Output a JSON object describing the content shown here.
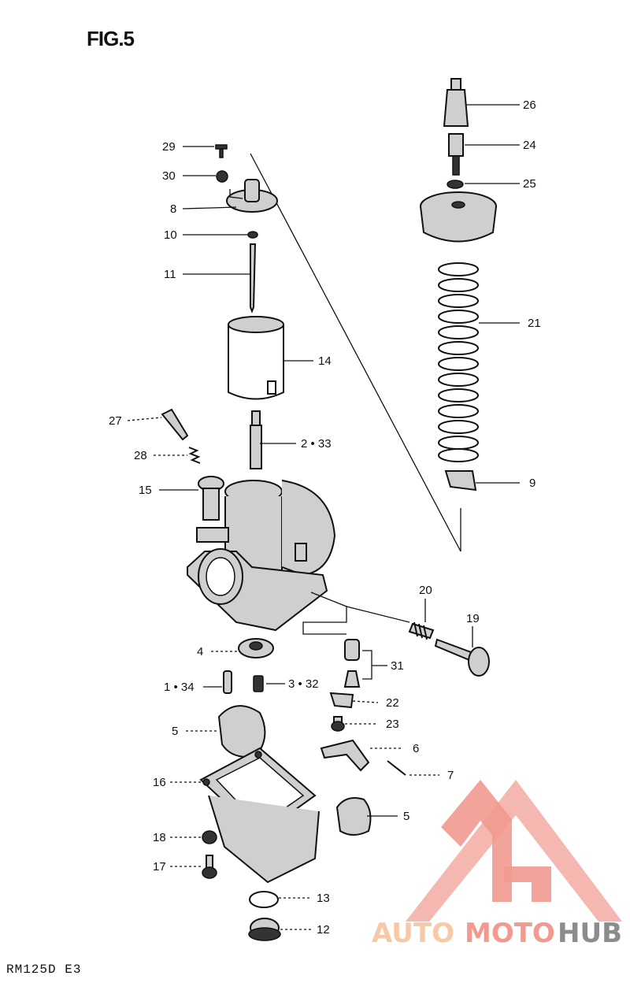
{
  "figure": {
    "title": "FIG.5",
    "model_code": "RM125D  E3"
  },
  "watermark": {
    "word1": "AUTO",
    "word2": "MOTO",
    "word3": "HUB",
    "colors": {
      "auto": "#f7c9a6",
      "moto": "#f29a8f",
      "hub": "#8c8c8c",
      "logo": "#f2a39b"
    }
  },
  "parts": [
    {
      "id": "p29",
      "label": "29"
    },
    {
      "id": "p30",
      "label": "30"
    },
    {
      "id": "p8",
      "label": "8"
    },
    {
      "id": "p10",
      "label": "10"
    },
    {
      "id": "p11",
      "label": "11"
    },
    {
      "id": "p14",
      "label": "14"
    },
    {
      "id": "p27",
      "label": "27"
    },
    {
      "id": "p2",
      "label": "2 • 33"
    },
    {
      "id": "p28",
      "label": "28"
    },
    {
      "id": "p15",
      "label": "15"
    },
    {
      "id": "p26",
      "label": "26"
    },
    {
      "id": "p24",
      "label": "24"
    },
    {
      "id": "p25",
      "label": "25"
    },
    {
      "id": "p21",
      "label": "21"
    },
    {
      "id": "p9",
      "label": "9"
    },
    {
      "id": "p20",
      "label": "20"
    },
    {
      "id": "p19",
      "label": "19"
    },
    {
      "id": "p4",
      "label": "4"
    },
    {
      "id": "p31",
      "label": "31"
    },
    {
      "id": "p1",
      "label": "1 • 34"
    },
    {
      "id": "p3",
      "label": "3 • 32"
    },
    {
      "id": "p22",
      "label": "22"
    },
    {
      "id": "p23",
      "label": "23"
    },
    {
      "id": "p5a",
      "label": "5"
    },
    {
      "id": "p6",
      "label": "6"
    },
    {
      "id": "p7",
      "label": "7"
    },
    {
      "id": "p16",
      "label": "16"
    },
    {
      "id": "p5b",
      "label": "5"
    },
    {
      "id": "p18",
      "label": "18"
    },
    {
      "id": "p17",
      "label": "17"
    },
    {
      "id": "p13",
      "label": "13"
    },
    {
      "id": "p12",
      "label": "12"
    }
  ]
}
